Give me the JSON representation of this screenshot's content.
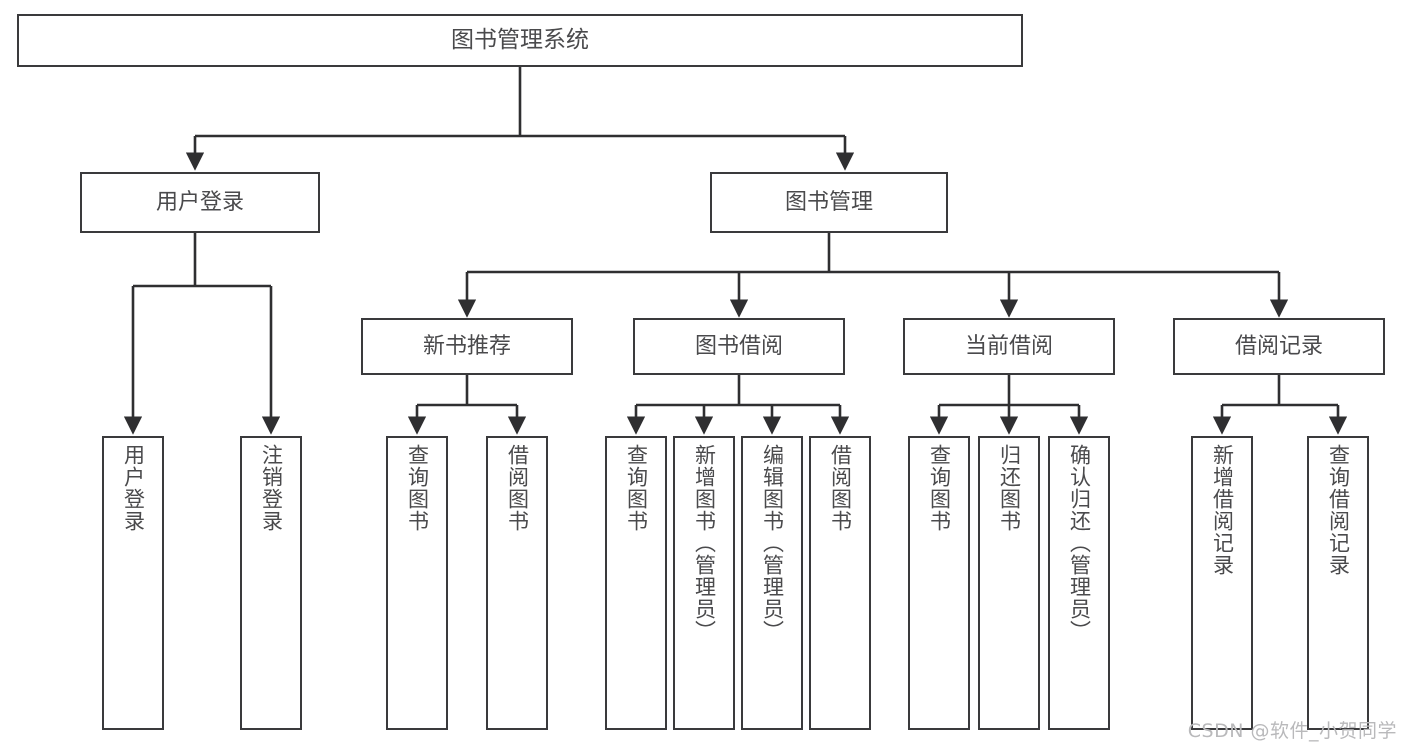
{
  "diagram": {
    "type": "tree-hierarchy",
    "title": "图书管理系统",
    "colors": {
      "box_border": "#3a3a3c",
      "box_fill": "#ffffff",
      "text": "#4a4a4c",
      "edge": "#2f2f31",
      "background": "#ffffff",
      "watermark": "#b9b9bb"
    },
    "nodes": {
      "root": {
        "label": "图书管理系统"
      },
      "level1": [
        {
          "id": "user-login",
          "label": "用户登录"
        },
        {
          "id": "book-manage",
          "label": "图书管理"
        }
      ],
      "level2": [
        {
          "id": "new-book-recommend",
          "label": "新书推荐"
        },
        {
          "id": "book-borrow",
          "label": "图书借阅"
        },
        {
          "id": "current-borrow",
          "label": "当前借阅"
        },
        {
          "id": "borrow-record",
          "label": "借阅记录"
        }
      ],
      "leaves": {
        "user-login": [
          {
            "id": "leaf-user-login",
            "label": "用户登录"
          },
          {
            "id": "leaf-logout",
            "label": "注销登录"
          }
        ],
        "new-book-recommend": [
          {
            "id": "leaf-query-book-1",
            "label": "查询图书"
          },
          {
            "id": "leaf-borrow-book-1",
            "label": "借阅图书"
          }
        ],
        "book-borrow": [
          {
            "id": "leaf-query-book-2",
            "label": "查询图书"
          },
          {
            "id": "leaf-add-book",
            "label": "新增图书（管理员）"
          },
          {
            "id": "leaf-edit-book",
            "label": "编辑图书（管理员）"
          },
          {
            "id": "leaf-borrow-book-2",
            "label": "借阅图书"
          }
        ],
        "current-borrow": [
          {
            "id": "leaf-query-book-3",
            "label": "查询图书"
          },
          {
            "id": "leaf-return-book",
            "label": "归还图书"
          },
          {
            "id": "leaf-confirm-return",
            "label": "确认归还（管理员）"
          }
        ],
        "borrow-record": [
          {
            "id": "leaf-add-record",
            "label": "新增借阅记录"
          },
          {
            "id": "leaf-query-record",
            "label": "查询借阅记录"
          }
        ]
      }
    },
    "watermark": "CSDN @软件_小贺同学"
  }
}
